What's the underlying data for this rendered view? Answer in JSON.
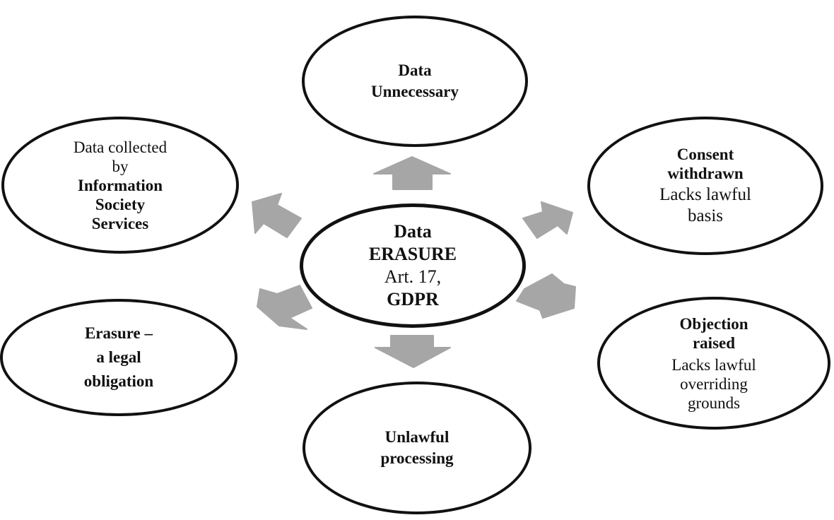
{
  "center": {
    "lines": [
      "Data",
      "ERASURE",
      "Art. 17,",
      "GDPR"
    ]
  },
  "nodes": {
    "top": {
      "lines": [
        "Data",
        "Unnecessary"
      ]
    },
    "upper_left": {
      "lines": [
        "Data collected",
        "by",
        "Information",
        "Society",
        "Services"
      ]
    },
    "upper_right": {
      "lines": [
        "Consent",
        "withdrawn",
        "Lacks lawful",
        "basis"
      ]
    },
    "lower_left": {
      "lines": [
        "Erasure –",
        "a legal",
        "obligation"
      ]
    },
    "lower_right": {
      "lines": [
        "Objection",
        "raised",
        "Lacks lawful",
        "overriding",
        "grounds"
      ]
    },
    "bottom": {
      "lines": [
        "Unlawful",
        "processing"
      ]
    }
  },
  "colors": {
    "arrow": "#a6a6a6",
    "outline": "#111111",
    "background": "#ffffff"
  }
}
